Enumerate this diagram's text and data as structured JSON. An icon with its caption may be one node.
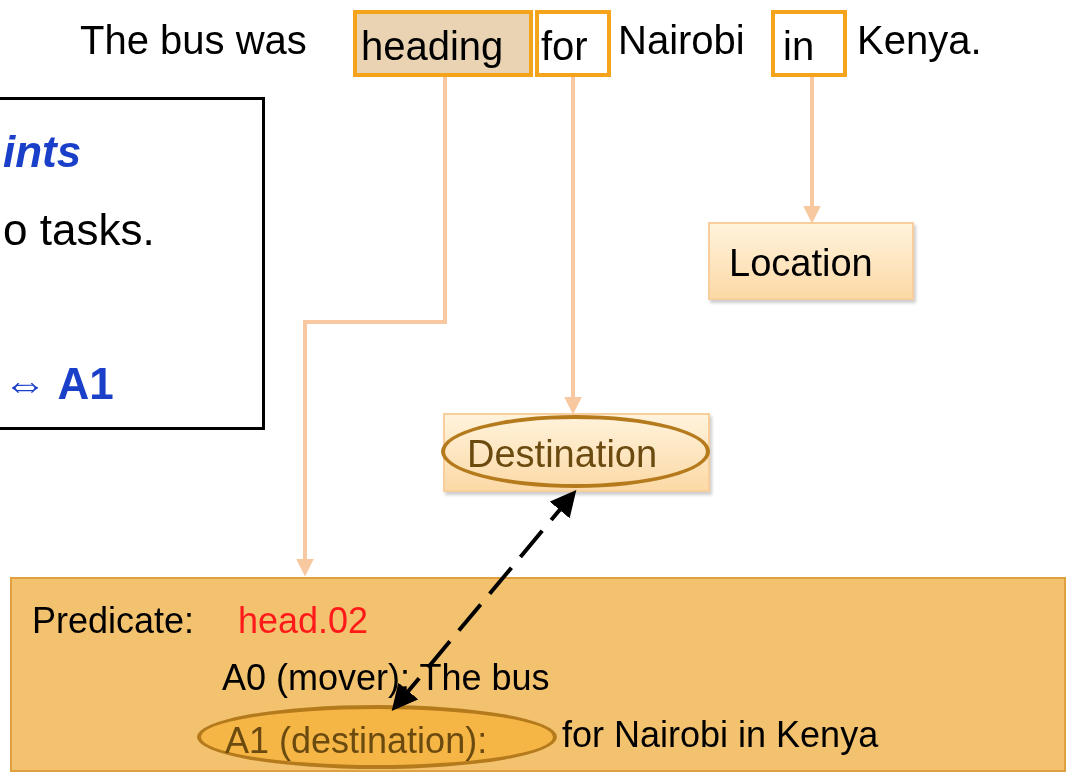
{
  "diagram": {
    "nodes": [
      {
        "text": [
          "heading"
        ]
      },
      {
        "text": [
          "for"
        ]
      },
      {
        "text": [
          "in"
        ]
      },
      {
        "text": [
          "Location"
        ]
      },
      {
        "text": [
          "Destination"
        ]
      },
      {
        "text": [
          "ints",
          "o tasks.",
          "⇔ A1"
        ]
      },
      {
        "text": [
          "Predicate:",
          "head.02",
          "A0 (mover): The bus",
          "for Nairobi in Kenya"
        ]
      },
      {
        "text": [
          "A1 (destination):"
        ],
        "in": 6
      }
    ],
    "edges": [
      {
        "from": 0,
        "to": 6,
        "arrow": "to"
      },
      {
        "from": 1,
        "to": 4,
        "arrow": "to"
      },
      {
        "from": 2,
        "to": 3,
        "arrow": "to"
      },
      {
        "from": 4,
        "to": 7,
        "arrow": "both",
        "style": "dashed",
        "color": "#000000"
      }
    ],
    "labels": [
      "The bus was",
      "Nairobi",
      "Kenya."
    ]
  }
}
